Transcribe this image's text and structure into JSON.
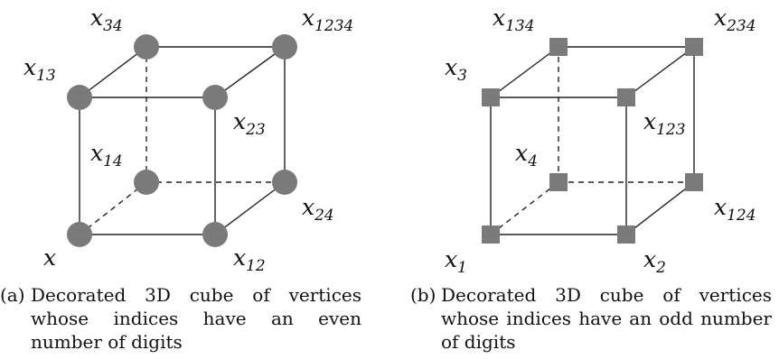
{
  "figures": [
    {
      "id": "a",
      "label_prefix": "(a)",
      "caption": "Decorated 3D cube of vertices whose indices have an even number of digits",
      "node_shape": "circle",
      "node_color": "#7a7a7a",
      "vertex_labels": {
        "front_bottom_left": {
          "base": "x",
          "sub": ""
        },
        "front_bottom_right": {
          "base": "x",
          "sub": "12"
        },
        "front_top_left": {
          "base": "x",
          "sub": "13"
        },
        "front_top_right": {
          "base": "x",
          "sub": "23"
        },
        "back_bottom_left": {
          "base": "x",
          "sub": "14"
        },
        "back_bottom_right": {
          "base": "x",
          "sub": "24"
        },
        "back_top_left": {
          "base": "x",
          "sub": "34"
        },
        "back_top_right": {
          "base": "x",
          "sub": "1234"
        }
      }
    },
    {
      "id": "b",
      "label_prefix": "(b)",
      "caption": "Decorated 3D cube of vertices whose indices have an odd number of digits",
      "node_shape": "square",
      "node_color": "#7a7a7a",
      "vertex_labels": {
        "front_bottom_left": {
          "base": "x",
          "sub": "1"
        },
        "front_bottom_right": {
          "base": "x",
          "sub": "2"
        },
        "front_top_left": {
          "base": "x",
          "sub": "3"
        },
        "front_top_right": {
          "base": "x",
          "sub": "123"
        },
        "back_bottom_left": {
          "base": "x",
          "sub": "4"
        },
        "back_bottom_right": {
          "base": "x",
          "sub": "124"
        },
        "back_top_left": {
          "base": "x",
          "sub": "134"
        },
        "back_top_right": {
          "base": "x",
          "sub": "234"
        }
      }
    }
  ]
}
